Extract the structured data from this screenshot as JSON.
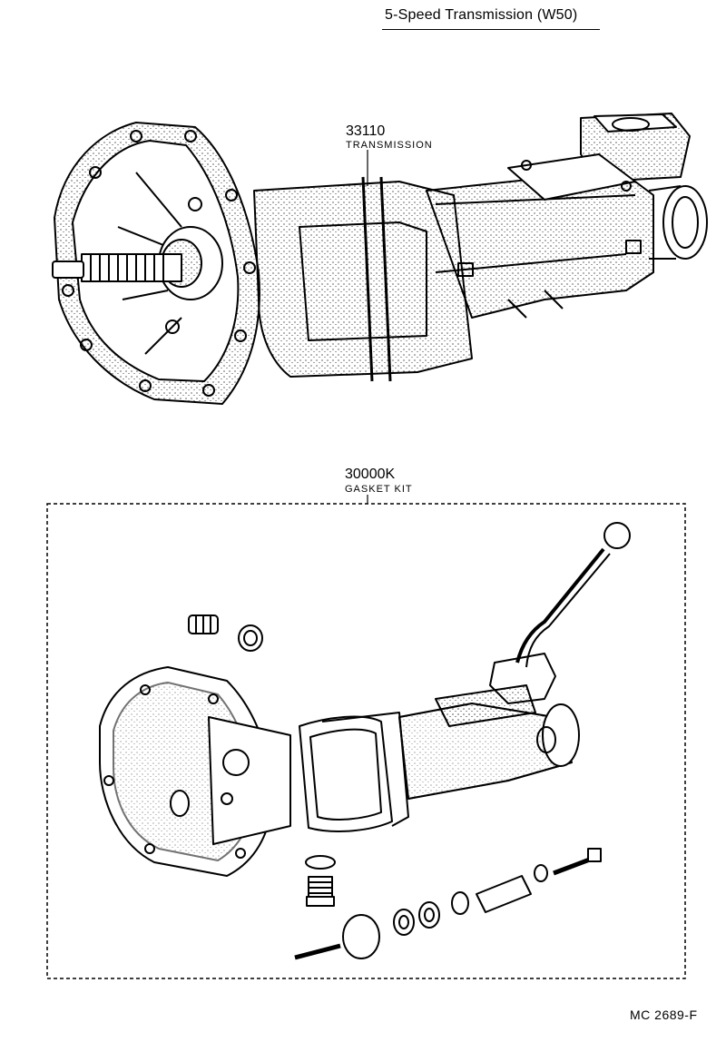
{
  "title": "5-Speed Transmission (W50)",
  "parts": [
    {
      "number": "33110",
      "name": "TRANSMISSION"
    },
    {
      "number": "30000K",
      "name": "GASKET KIT"
    }
  ],
  "footer_code": "MC  2689-F"
}
